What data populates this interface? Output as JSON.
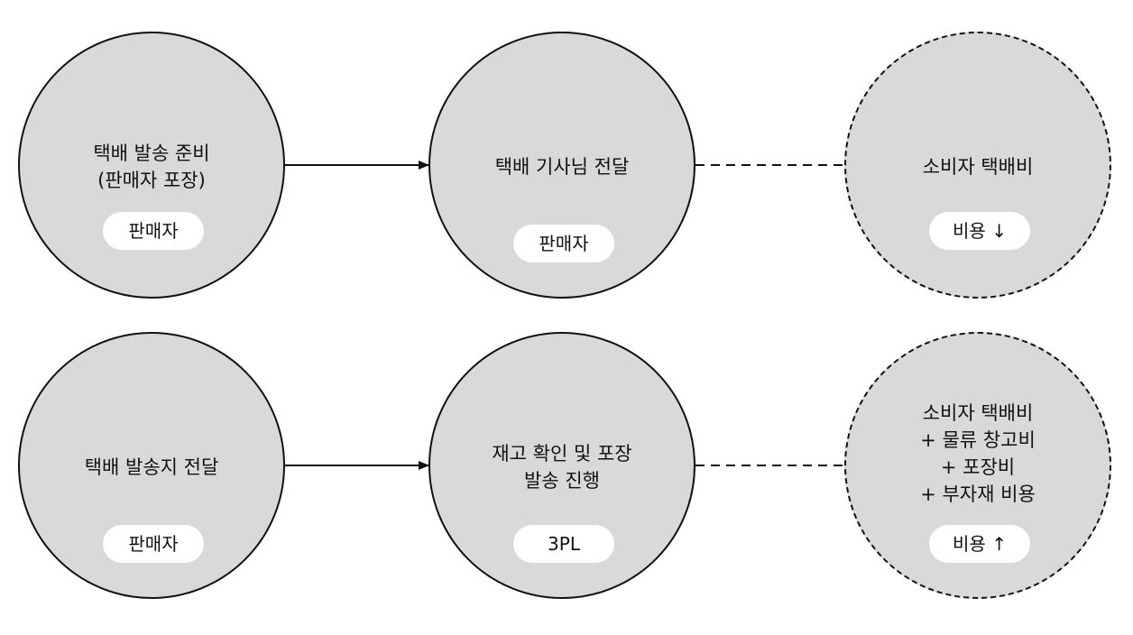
{
  "colors": {
    "node_fill": "#d9d9d9",
    "stroke": "#111111",
    "pill_fill": "#ffffff",
    "background": "#ffffff"
  },
  "rows": [
    {
      "nodes": [
        {
          "text": "택배 발송 준비\n(판매자 포장)",
          "tag": "판매자",
          "style": "solid"
        },
        {
          "text": "택배 기사님 전달",
          "tag": "판매자",
          "style": "solid"
        },
        {
          "text": "소비자 택배비",
          "tag": "비용 ↓",
          "style": "dashed"
        }
      ]
    },
    {
      "nodes": [
        {
          "text": "택배 발송지 전달",
          "tag": "판매자",
          "style": "solid"
        },
        {
          "text": "재고 확인 및 포장\n발송 진행",
          "tag": "3PL",
          "style": "solid"
        },
        {
          "text": "소비자 택배비\n+ 물류 창고비\n+ 포장비\n+ 부자재 비용",
          "tag": "비용 ↑",
          "style": "dashed"
        }
      ]
    }
  ]
}
